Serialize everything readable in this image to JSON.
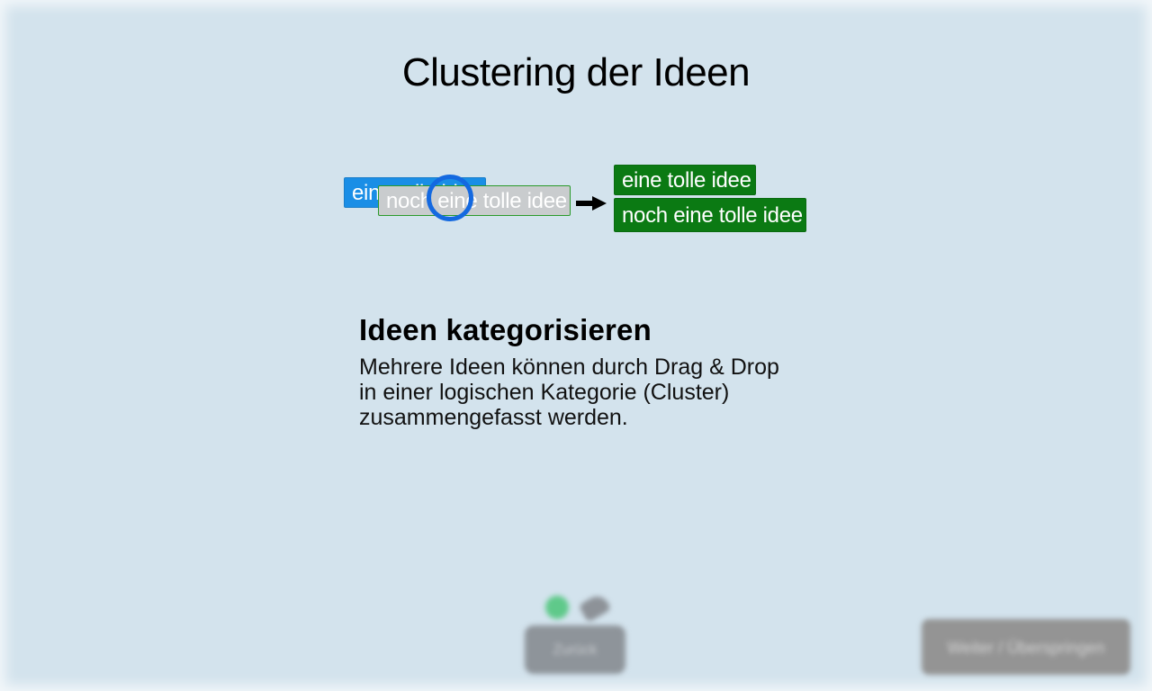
{
  "slide": {
    "title": "Clustering der Ideen"
  },
  "illustration": {
    "dragged_card_partial": "eine tolle idee",
    "dragging_card": "noch eine tolle idee",
    "result_cards": [
      "eine tolle idee",
      "noch eine tolle idee"
    ],
    "cursor_icon": "drag-cursor-ring-icon",
    "arrow_icon": "right-arrow-icon",
    "colors": {
      "blue_card": "#1a8ee6",
      "grey_card": "#c9ccce",
      "green_card": "#0b7a13",
      "cursor": "#1469e0"
    }
  },
  "info": {
    "heading": "Ideen kategorisieren",
    "text": "Mehrere Ideen können durch Drag & Drop in einer logischen Kategorie (Cluster) zusammengefasst werden."
  },
  "footer": {
    "back_label": "Zurück",
    "next_label": "Weiter / Überspringen"
  }
}
